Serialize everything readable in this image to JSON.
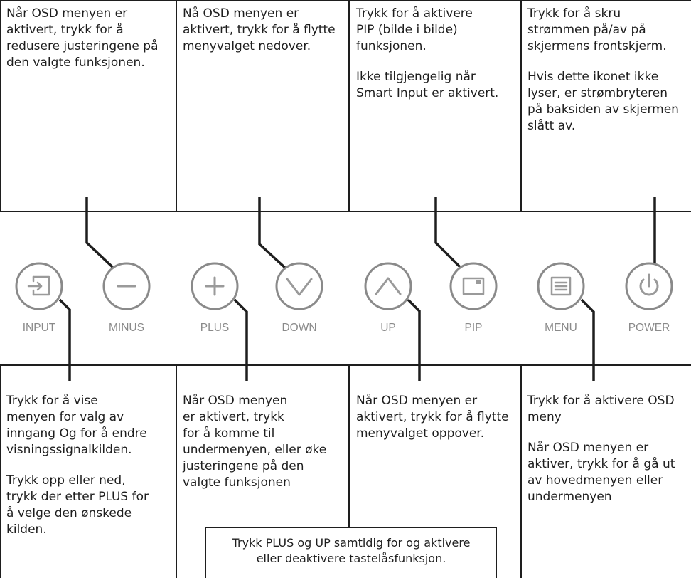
{
  "top_descriptions": [
    {
      "paragraphs": [
        "Når OSD menyen er\naktivert, trykk for å\nredusere justeringene på\nden valgte funksjonen."
      ]
    },
    {
      "paragraphs": [
        "Nå OSD menyen er\naktivert, trykk for å flytte\nmenyvalget nedover."
      ]
    },
    {
      "paragraphs": [
        "Trykk for å aktivere\nPIP (bilde i bilde)\nfunksjonen.",
        "Ikke tilgjengelig når\nSmart Input er aktivert."
      ]
    },
    {
      "paragraphs": [
        "Trykk for å skru\nstrømmen på/av på\nskjermens frontskjerm.",
        "Hvis dette ikonet ikke\nlyser, er strømbryteren\npå baksiden av skjermen\nslått av."
      ]
    }
  ],
  "bottom_descriptions": [
    {
      "paragraphs": [
        "Trykk for å vise\nmenyen for valg av\ninngang Og for å endre\nvisningssignalkilden.",
        "Trykk opp eller ned,\ntrykk der etter PLUS for\nå velge den ønskede\nkilden."
      ]
    },
    {
      "paragraphs": [
        "Når OSD menyen\ner aktivert, trykk\nfor å komme til\nundermenyen, eller øke\njusteringene på den\nvalgte funksjonen"
      ]
    },
    {
      "paragraphs": [
        "Når OSD menyen er\naktivert, trykk for å flytte\nmenyvalget oppover."
      ]
    },
    {
      "paragraphs": [
        "Trykk for å aktivere OSD\nmeny",
        "Når OSD menyen er\naktiver, trykk for å gå ut\nav hovedmenyen eller\nundermenyen"
      ]
    }
  ],
  "buttons": [
    {
      "label": "INPUT",
      "icon": "input-icon"
    },
    {
      "label": "MINUS",
      "icon": "minus-icon"
    },
    {
      "label": "PLUS",
      "icon": "plus-icon"
    },
    {
      "label": "DOWN",
      "icon": "chevron-down-icon"
    },
    {
      "label": "UP",
      "icon": "chevron-up-icon"
    },
    {
      "label": "PIP",
      "icon": "pip-icon"
    },
    {
      "label": "MENU",
      "icon": "menu-icon"
    },
    {
      "label": "POWER",
      "icon": "power-icon"
    }
  ],
  "footer_note": "Trykk PLUS og UP samtidig for og aktivere\neller deaktivere tastelåsfunksjon.",
  "colors": {
    "line": "#1e1e1e",
    "button_outline": "#8a8a8a",
    "icon": "#9a9a9a"
  }
}
